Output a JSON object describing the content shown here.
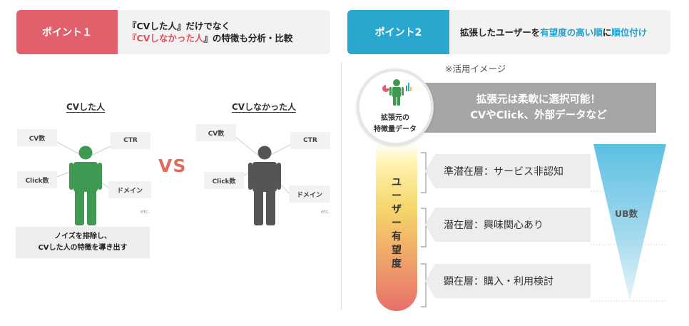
{
  "point1": {
    "tag": "ポイント１",
    "line1": "『CVした人』だけでなく",
    "line2_prefix": "『",
    "line2_highlight": "CVしなかった人",
    "line2_suffix": "』の特徴も分析・比較",
    "tag_color": "#e2606c"
  },
  "point2": {
    "tag": "ポイント2",
    "text_prefix": "拡張したユーザーを",
    "text_highlight1": "有望度の高い順",
    "text_mid": "に",
    "text_highlight2": "順位付け",
    "tag_color": "#29a7cf"
  },
  "left": {
    "cv_title": "CVした人",
    "noncv_title": "CVしなかった人",
    "labels_cv": [
      "CV数",
      "CTR",
      "Click数",
      "ドメイン"
    ],
    "labels_noncv": [
      "CV数",
      "CTR",
      "Click数",
      "ドメイン"
    ],
    "etc": "etc.",
    "vs": "VS",
    "noise_line1": "ノイズを排除し、",
    "noise_line2": "CVした人の特徴を導き出す",
    "cv_color": "#3e9a52",
    "noncv_color": "#555555"
  },
  "right": {
    "usage_note": "※活用イメージ",
    "circle_line1": "拡張元の",
    "circle_line2": "特徴量データ",
    "banner_line1": "拡張元は柔軟に選択可能！",
    "banner_line2": "CVやClick、外部データなど",
    "thermo_label": "ユーザー有望度",
    "stages": [
      "準潜在層：サービス非認知",
      "潜在層：興味関心あり",
      "顕在層：購入・利用検討"
    ],
    "ub_label": "UB数"
  }
}
